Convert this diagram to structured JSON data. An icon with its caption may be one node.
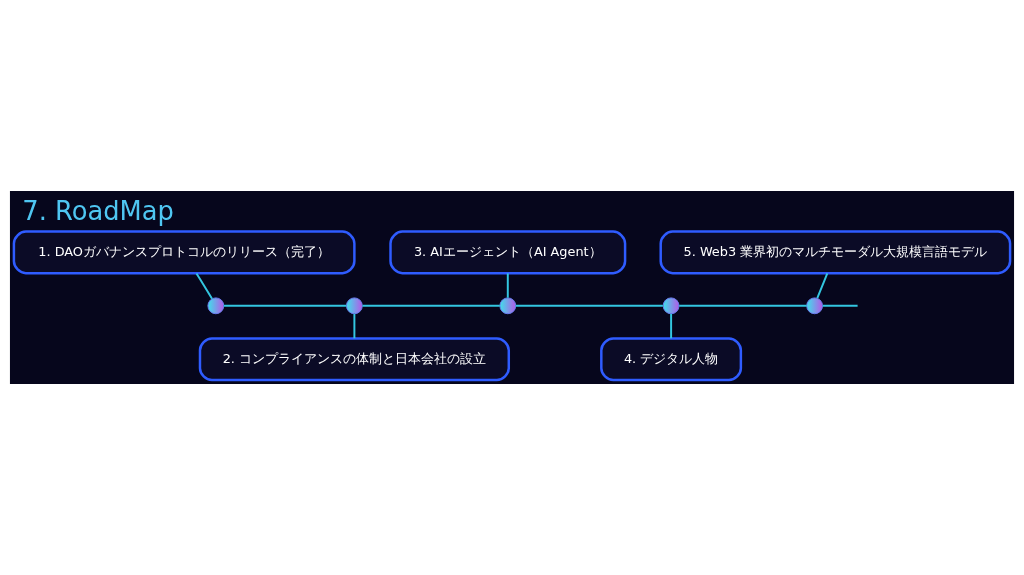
{
  "diagram": {
    "title": "7. RoadMap",
    "nodes": [
      {
        "text": [
          "1. DAOガバナンスプロトコルのリリース（完了）"
        ]
      },
      {
        "text": [
          "2. コンプライアンスの体制と日本会社の設立"
        ]
      },
      {
        "text": [
          "3. AIエージェント（AI Agent）"
        ]
      },
      {
        "text": [
          "4. デジタル人物"
        ]
      },
      {
        "text": [
          "5. Web3 業界初のマルチモーダル大規模言語モデル"
        ]
      },
      {
        "text": [],
        "shape": "circle"
      },
      {
        "text": [],
        "shape": "circle"
      },
      {
        "text": [],
        "shape": "circle"
      },
      {
        "text": [],
        "shape": "circle"
      },
      {
        "text": [],
        "shape": "circle"
      }
    ],
    "edges": [
      {
        "from": 0,
        "to": 5,
        "arrow": "none"
      },
      {
        "from": 6,
        "to": 1,
        "arrow": "none"
      },
      {
        "from": 2,
        "to": 7,
        "arrow": "none"
      },
      {
        "from": 8,
        "to": 3,
        "arrow": "none"
      },
      {
        "from": 4,
        "to": 9,
        "arrow": "none"
      },
      {
        "from": 5,
        "to": 6,
        "arrow": "none"
      },
      {
        "from": 6,
        "to": 7,
        "arrow": "none"
      },
      {
        "from": 7,
        "to": 8,
        "arrow": "none"
      },
      {
        "from": 8,
        "to": 9,
        "arrow": "none"
      },
      {
        "from": 9,
        "to": null,
        "arrow": "none"
      }
    ]
  }
}
